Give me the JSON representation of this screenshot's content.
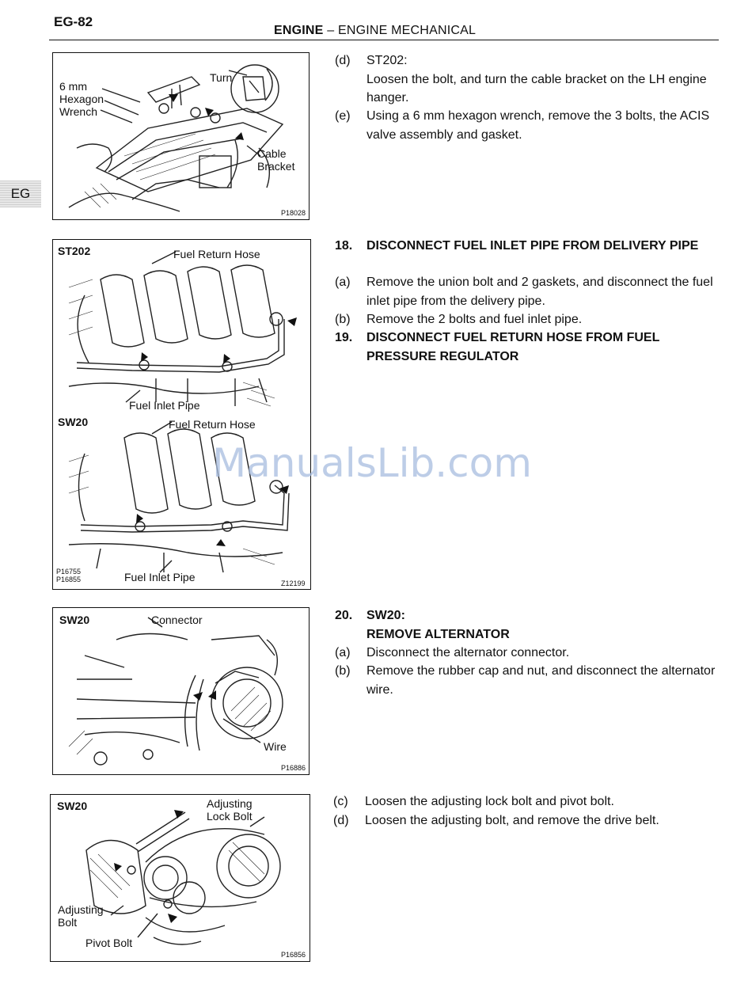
{
  "header": {
    "page_number": "EG-82",
    "title_main": "ENGINE",
    "title_dash": "–",
    "title_sub": "ENGINE MECHANICAL"
  },
  "side_tab": "EG",
  "figures": {
    "fig1": {
      "labels": [
        "6 mm\nHexagon\nWrench",
        "Turn",
        "Cable\nBracket"
      ],
      "code": "P18028"
    },
    "fig2": {
      "top_model": "ST202",
      "top_hose": "Fuel Return Hose",
      "top_pipe": "Fuel Inlet Pipe",
      "bottom_model": "SW20",
      "bottom_hose": "Fuel Return Hose",
      "bottom_pipe": "Fuel Inlet Pipe",
      "codes_left": "P16755\nP16855",
      "code_right": "Z12199"
    },
    "fig3": {
      "model": "SW20",
      "connector": "Connector",
      "wire": "Wire",
      "code": "P16886"
    },
    "fig4": {
      "model": "SW20",
      "adjusting_lock_bolt": "Adjusting\nLock Bolt",
      "adjusting_bolt": "Adjusting\nBolt",
      "pivot_bolt": "Pivot Bolt",
      "code": "P16856"
    }
  },
  "sections": {
    "s1": [
      {
        "marker": "(d)",
        "text": "ST202:\nLoosen the bolt, and turn the cable bracket on the LH engine hanger."
      },
      {
        "marker": "(e)",
        "text": "Using a 6 mm hexagon wrench, remove the 3 bolts, the ACIS valve assembly and gasket."
      }
    ],
    "s2": [
      {
        "marker": "18.",
        "text": "DISCONNECT FUEL INLET PIPE FROM DELIVERY PIPE",
        "heading": true
      },
      {
        "marker": "(a)",
        "text": "Remove the union bolt and 2 gaskets, and disconnect the fuel inlet pipe from the delivery pipe."
      },
      {
        "marker": "(b)",
        "text": "Remove the 2 bolts and fuel inlet pipe."
      },
      {
        "marker": "19.",
        "text": "DISCONNECT FUEL RETURN HOSE FROM FUEL PRESSURE REGULATOR",
        "heading": true
      }
    ],
    "s3": [
      {
        "marker": "20.",
        "text": "SW20:\nREMOVE ALTERNATOR",
        "heading": true
      },
      {
        "marker": "(a)",
        "text": "Disconnect the alternator connector."
      },
      {
        "marker": "(b)",
        "text": "Remove the rubber cap and nut, and disconnect the alternator wire."
      }
    ],
    "s4": [
      {
        "marker": "(c)",
        "text": "Loosen the adjusting lock bolt and pivot bolt."
      },
      {
        "marker": "(d)",
        "text": "Loosen the adjusting bolt, and remove the drive belt."
      }
    ]
  },
  "watermark": "ManualsLib.com"
}
